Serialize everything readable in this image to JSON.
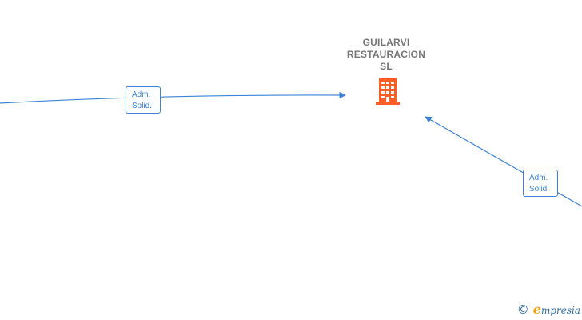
{
  "diagram": {
    "company": {
      "name_lines": [
        "GUILARVI",
        "RESTAURACION",
        "SL"
      ],
      "icon": "building-icon",
      "icon_color": "#ff5c26"
    },
    "relations": [
      {
        "role_lines": [
          "Adm.",
          "Solid."
        ],
        "direction": "from-left-to-company"
      },
      {
        "role_lines": [
          "Adm.",
          "Solid."
        ],
        "direction": "from-lower-right-to-company"
      }
    ],
    "edge_color": "#3c82d8"
  },
  "watermark": {
    "symbol": "©",
    "brand_initial": "e",
    "brand_rest": "mpresia",
    "color": "#2f6fa8",
    "initial_color": "#f2a31b"
  }
}
